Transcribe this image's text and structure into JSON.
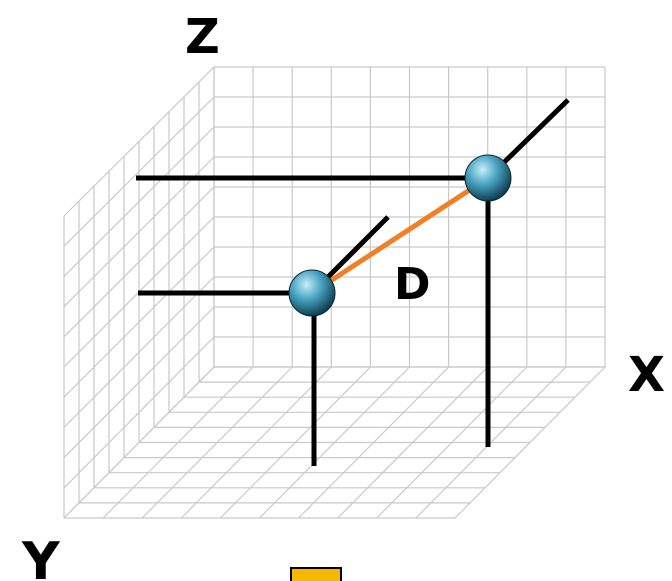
{
  "labels": {
    "z_axis": "Z",
    "x_axis": "X",
    "y_axis": "Y",
    "distance": "D"
  },
  "colors": {
    "grid_line": "#c9c9c9",
    "guide_line": "#000000",
    "distance_line": "#f07f26",
    "sphere_light": "#c8eef8",
    "sphere_mid": "#4aa6c4",
    "sphere_dark": "#0d3a4c",
    "marker_fill": "#f5b800",
    "label_text": "#000000"
  },
  "icons": {
    "point_marker": "sphere-icon",
    "corner_marker": "square-icon"
  }
}
